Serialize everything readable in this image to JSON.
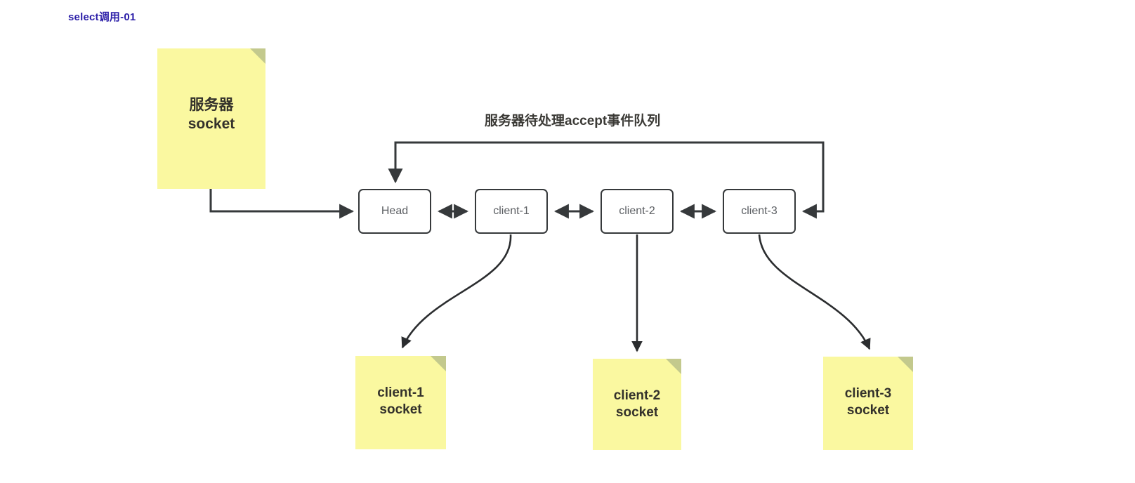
{
  "title": "select调用-01",
  "colors": {
    "title": "#2b1ea8",
    "note_fill": "#faf8a0",
    "note_fold": "#c3c98d",
    "stroke": "#36393b",
    "box_text": "#5c5f63",
    "note_text": "#33312b",
    "background": "#ffffff"
  },
  "diagram": {
    "queue_label": "服务器待处理accept事件队列",
    "notes": [
      {
        "id": "server-socket",
        "label": "服务器\nsocket"
      },
      {
        "id": "client-1-socket",
        "label": "client-1\nsocket"
      },
      {
        "id": "client-2-socket",
        "label": "client-2\nsocket"
      },
      {
        "id": "client-3-socket",
        "label": "client-3\nsocket"
      }
    ],
    "nodes": [
      {
        "id": "head",
        "label": "Head"
      },
      {
        "id": "client-1",
        "label": "client-1"
      },
      {
        "id": "client-2",
        "label": "client-2"
      },
      {
        "id": "client-3",
        "label": "client-3"
      }
    ],
    "edges": [
      {
        "id": "server-to-head",
        "from": "server-socket",
        "to": "head",
        "style": "elbow",
        "direction": "one-way"
      },
      {
        "id": "head-client1",
        "from": "head",
        "to": "client-1",
        "style": "straight",
        "direction": "two-way"
      },
      {
        "id": "client1-client2",
        "from": "client-1",
        "to": "client-2",
        "style": "straight",
        "direction": "two-way"
      },
      {
        "id": "client2-client3",
        "from": "client-2",
        "to": "client-3",
        "style": "straight",
        "direction": "two-way"
      },
      {
        "id": "client3-loop-head",
        "from": "client-3",
        "to": "head",
        "style": "loop",
        "direction": "two-way"
      },
      {
        "id": "client1-to-socket",
        "from": "client-1",
        "to": "client-1-socket",
        "style": "curve",
        "direction": "one-way"
      },
      {
        "id": "client2-to-socket",
        "from": "client-2",
        "to": "client-2-socket",
        "style": "straight",
        "direction": "one-way"
      },
      {
        "id": "client3-to-socket",
        "from": "client-3",
        "to": "client-3-socket",
        "style": "curve",
        "direction": "one-way"
      }
    ]
  }
}
